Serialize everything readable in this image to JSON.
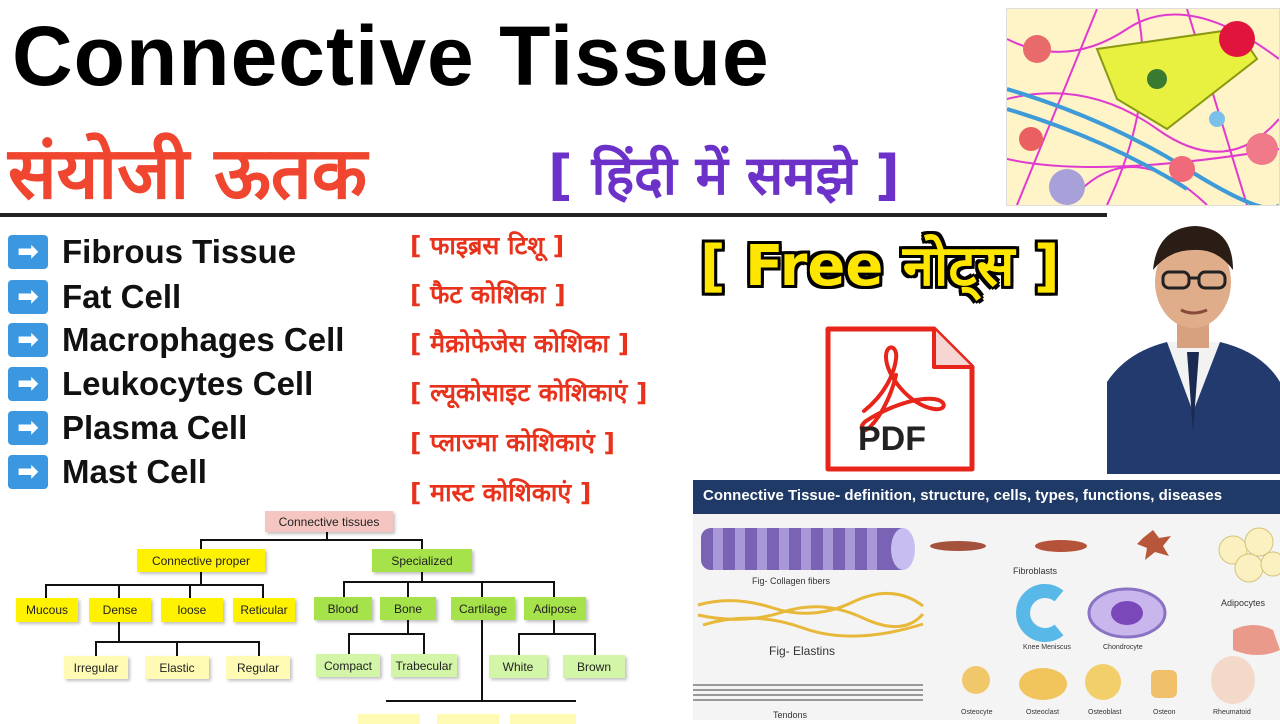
{
  "header": {
    "title": "Connective Tissue",
    "hindi_title": "संयोजी ऊतक",
    "hindi_subtitle": "[ हिंदी में समझे ]"
  },
  "topics": [
    {
      "en": "Fibrous Tissue",
      "hi": "[ फाइब्रस टिशू ]"
    },
    {
      "en": "Fat Cell",
      "hi": "[ फैट कोशिका ]"
    },
    {
      "en": "Macrophages Cell",
      "hi": "[ मैक्रोफेजेस कोशिका ]"
    },
    {
      "en": "Leukocytes Cell",
      "hi": "[ ल्यूकोसाइट कोशिकाएं ]"
    },
    {
      "en": "Plasma Cell",
      "hi": "[ प्लाज्मा कोशिकाएं ]"
    },
    {
      "en": "Mast Cell",
      "hi": "[ मास्ट कोशिकाएं ]"
    }
  ],
  "arrow_glyph": "➡",
  "promo": {
    "free_notes": "[ Free नोट्स ]",
    "pdf_label": "PDF"
  },
  "diagram": {
    "root": "Connective tissues",
    "proper": "Connective proper",
    "specialized": "Specialized",
    "proper_children": [
      "Mucous",
      "Dense",
      "loose",
      "Reticular"
    ],
    "dense_children": [
      "Irregular",
      "Elastic",
      "Regular"
    ],
    "specialized_children": [
      "Blood",
      "Bone",
      "Cartilage",
      "Adipose"
    ],
    "bone_children": [
      "Compact",
      "Trabecular"
    ],
    "adipose_children": [
      "White",
      "Brown"
    ]
  },
  "poster": {
    "title": "Connective Tissue- definition, structure, cells, types, functions, diseases",
    "labels": {
      "collagen": "Fig- Collagen fibers",
      "fibroblasts": "Fibroblasts",
      "adipocytes": "Adipocytes",
      "elastins": "Fig- Elastins",
      "knee": "Knee Meniscus",
      "chondrocyte": "Chondrocyte",
      "tendons": "Tendons",
      "osteocyte": "Osteocyte",
      "osteoclast": "Osteoclast",
      "osteoblast": "Osteoblast",
      "osteon": "Osteon",
      "rheumatoid": "Rheumatoid"
    }
  },
  "colors": {
    "title_black": "#000000",
    "hindi_red": "#f0452e",
    "hindi_purple": "#6b31c9",
    "arrow_blue": "#3b98e0",
    "topic_hindi_red": "#e8321b",
    "free_yellow": "#ffe600",
    "poster_navy": "#1f3a66"
  }
}
